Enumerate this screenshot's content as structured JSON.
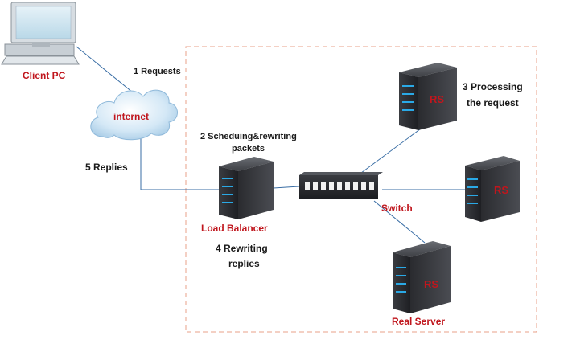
{
  "labels": {
    "client_pc": "Client PC",
    "internet": "internet",
    "requests": "1 Requests",
    "scheduling_line1": "2 Scheduing&rewriting",
    "scheduling_line2": "packets",
    "processing_line1": "3 Processing",
    "processing_line2": "the request",
    "rewriting_line1": "4 Rewriting",
    "rewriting_line2": "replies",
    "replies": "5 Replies",
    "load_balancer": "Load Balancer",
    "switch": "Switch",
    "real_server": "Real Server",
    "rs_top": "RS",
    "rs_right": "RS",
    "rs_bottom": "RS"
  },
  "colors": {
    "label_red": "#c0161d",
    "link_line": "#3a6ea5",
    "dashed_border": "#e8a08a",
    "server_body": "#2b2d31",
    "server_led": "#2aa9e6"
  }
}
